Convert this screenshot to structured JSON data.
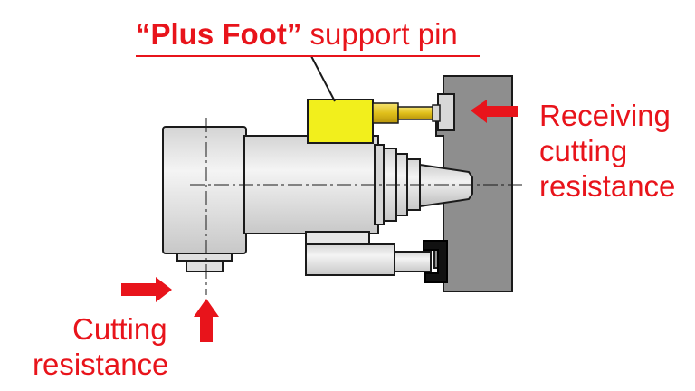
{
  "title": {
    "quoted_name": "“Plus Foot”",
    "rest": "support pin"
  },
  "labels": {
    "receiving": [
      "Receiving",
      "cutting",
      "resistance"
    ],
    "cutting": [
      "Cutting",
      "resistance"
    ]
  },
  "colors": {
    "accent": "#e8141b",
    "support_pin": "#f2ef1c",
    "machine_body": "#e2e2e2",
    "spindle_face": "#8e8e8e",
    "outline": "#1a1a1a"
  },
  "icons": {
    "arrows": [
      "arrow-left-icon",
      "arrow-right-icon",
      "arrow-up-icon"
    ]
  }
}
